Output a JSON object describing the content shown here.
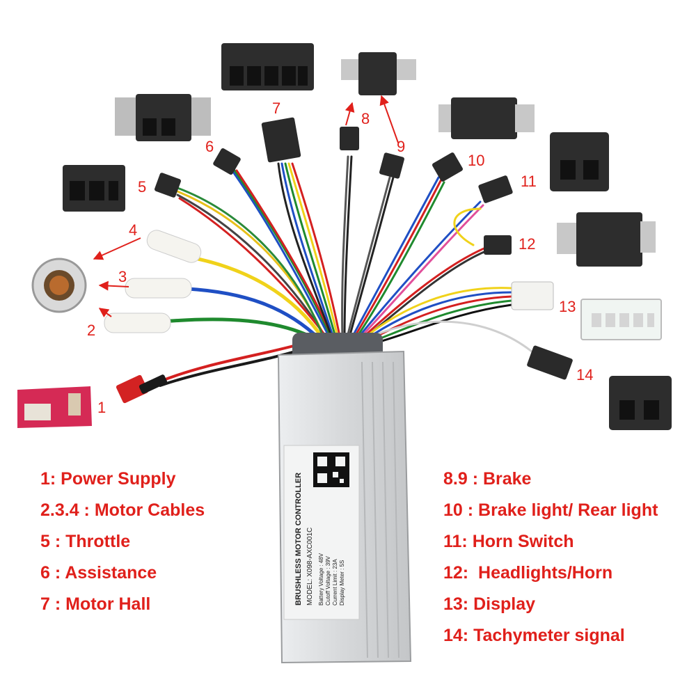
{
  "callouts": [
    "1",
    "2",
    "3",
    "4",
    "5",
    "6",
    "7",
    "8",
    "9",
    "10",
    "11",
    "12",
    "13",
    "14"
  ],
  "legend_left": [
    "1: Power Supply",
    "2.3.4 : Motor Cables",
    "5 : Throttle",
    "6 : Assistance",
    "7 : Motor Hall"
  ],
  "legend_right": [
    "8.9 : Brake",
    "10 : Brake light/ Rear light",
    "11: Horn Switch",
    "12:  Headlights/Horn",
    "13: Display",
    "14: Tachymeter signal"
  ],
  "controller_label": {
    "title": "BRUSHLESS MOTOR CONTROLLER",
    "model": "MODEL: X098-AXC001C",
    "battery": "Battery Voltage  : 48V",
    "cutoff": "Cutoff  Voltage   : 39V",
    "current": "Current Limit       : 23A",
    "display": "Display Meter      : 5S"
  },
  "colors": {
    "label_red": "#e0201b",
    "controller_silver": "#d9dadc",
    "connector_black": "#2a2a2a"
  }
}
